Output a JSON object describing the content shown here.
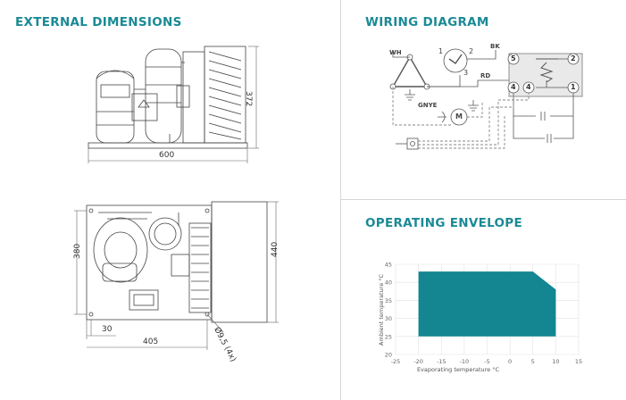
{
  "colors": {
    "accent": "#1a8a96",
    "envelope": "#138691",
    "line": "#444444",
    "wire": "#555555"
  },
  "external_dimensions": {
    "title": "EXTERNAL DIMENSIONS",
    "side_view": {
      "width_label": "600",
      "height_label": "372"
    },
    "top_view": {
      "depth_label": "380",
      "total_depth_label": "440",
      "offset_label": "30",
      "hole_spacing_label": "405",
      "hole_label": "Ø9,5 (4x)"
    }
  },
  "wiring_diagram": {
    "title": "WIRING DIAGRAM",
    "labels": {
      "wh": "WH",
      "bk": "BK",
      "rd": "RD",
      "gnye": "GNYE",
      "motor": "M",
      "t1": "1",
      "t2": "2",
      "t3": "3",
      "r5": "5",
      "r2": "2",
      "r4a": "4",
      "r4b": "4",
      "r1": "1"
    }
  },
  "operating_envelope": {
    "title": "OPERATING ENVELOPE"
  },
  "chart_data": {
    "type": "area",
    "xlabel": "Evaporating temperature °C",
    "ylabel": "Ambient temperature °C",
    "xlim": [
      -25,
      15
    ],
    "ylim": [
      20,
      45
    ],
    "xticks": [
      -25,
      -20,
      -15,
      -10,
      -5,
      0,
      5,
      10,
      15
    ],
    "yticks": [
      20,
      25,
      30,
      35,
      40,
      45
    ],
    "grid": true,
    "polygon": [
      [
        -20,
        25
      ],
      [
        -20,
        43
      ],
      [
        5,
        43
      ],
      [
        10,
        38
      ],
      [
        10,
        25
      ]
    ]
  }
}
